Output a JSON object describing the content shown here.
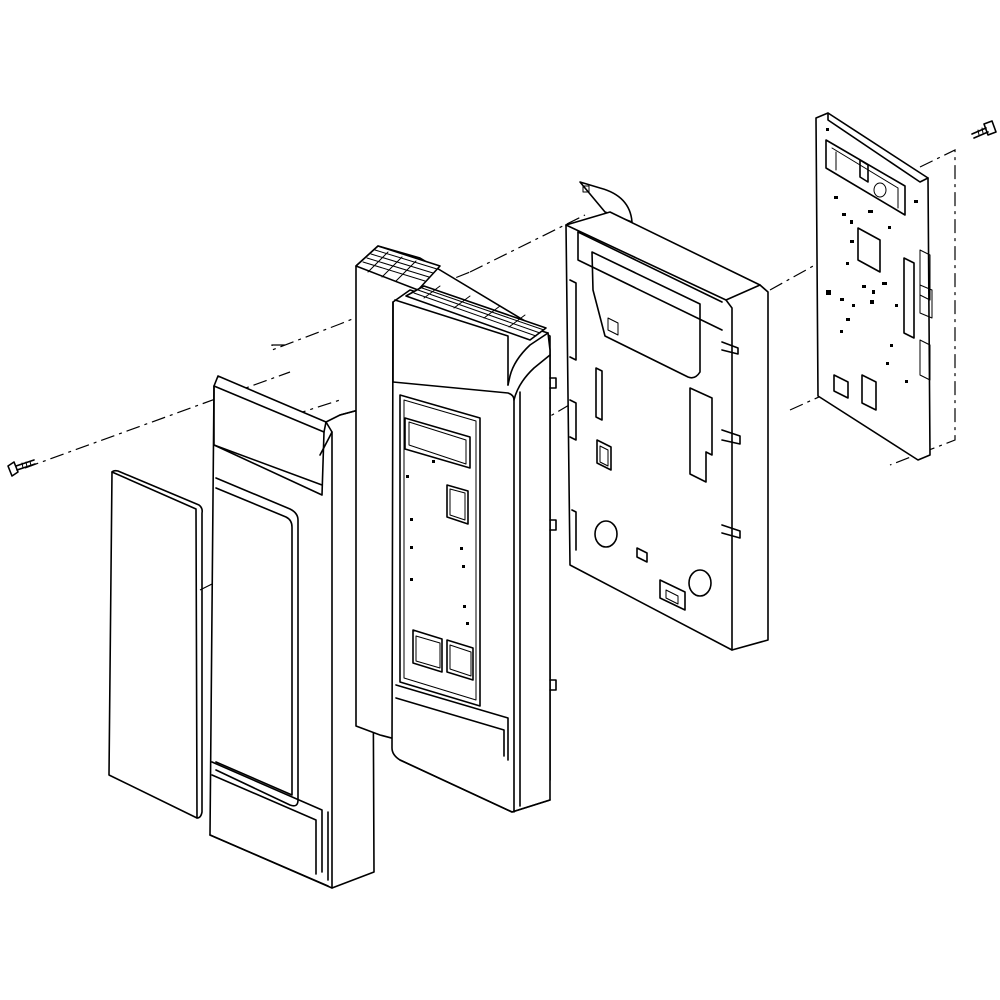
{
  "diagram": {
    "parts": [
      {
        "id": "screw-left",
        "icon": "screw-icon"
      },
      {
        "id": "decal-panel",
        "icon": "panel-icon"
      },
      {
        "id": "control-panel-cover",
        "icon": "cover-icon"
      },
      {
        "id": "control-panel-frame",
        "icon": "frame-icon"
      },
      {
        "id": "control-bracket",
        "icon": "bracket-icon"
      },
      {
        "id": "circuit-board",
        "icon": "pcb-icon"
      },
      {
        "id": "screw-right",
        "icon": "screw-icon"
      }
    ]
  }
}
